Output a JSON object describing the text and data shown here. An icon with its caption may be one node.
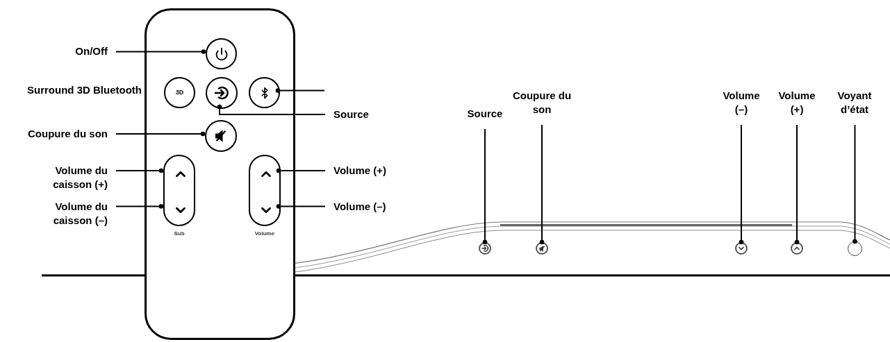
{
  "diagram": {
    "nodes": [
      {
        "text": [],
        "shape": "box"
      },
      {
        "text": [],
        "shape": "circle",
        "in": 0
      },
      {
        "text": [
          "3D"
        ],
        "in": 0
      },
      {
        "text": [],
        "shape": "circle",
        "in": 0
      },
      {
        "text": [],
        "shape": "circle",
        "in": 0
      },
      {
        "text": [],
        "shape": "circle",
        "in": 0
      },
      {
        "text": [],
        "shape": "box",
        "in": 0,
        "beside": [
          "Sub"
        ]
      },
      {
        "text": [],
        "shape": "box",
        "in": 6
      },
      {
        "text": [],
        "shape": "box",
        "in": 6
      },
      {
        "text": [],
        "shape": "box",
        "in": 0,
        "beside": [
          "Volume"
        ]
      },
      {
        "text": [],
        "shape": "box",
        "in": 9
      },
      {
        "text": [],
        "shape": "box",
        "in": 9
      },
      {
        "text": [
          "On/Off"
        ]
      },
      {
        "text": [
          "Surround 3D Bluetooth"
        ]
      },
      {
        "text": [
          "Source"
        ]
      },
      {
        "text": [
          "Coupure du son"
        ]
      },
      {
        "text": [
          "Volume du caisson (+)"
        ]
      },
      {
        "text": [
          "Volume du caisson (–)"
        ]
      },
      {
        "text": [
          "Volume (+)"
        ]
      },
      {
        "text": [
          "Volume (–)"
        ]
      },
      {
        "text": [],
        "shape": "bar"
      },
      {
        "text": [],
        "shape": "circle",
        "in": 20
      },
      {
        "text": [],
        "shape": "circle",
        "in": 20
      },
      {
        "text": [],
        "shape": "circle",
        "in": 20
      },
      {
        "text": [],
        "shape": "circle",
        "in": 20
      },
      {
        "text": [],
        "shape": "circle",
        "in": 20
      },
      {
        "text": [
          "Source"
        ]
      },
      {
        "text": [
          "Coupure du son"
        ]
      },
      {
        "text": [
          "Volume (–)"
        ]
      },
      {
        "text": [
          "Volume (+)"
        ]
      },
      {
        "text": [
          "Voyant d’état"
        ]
      }
    ],
    "edges": [
      {
        "from": 12,
        "to": 1,
        "arrow": "other"
      },
      {
        "from": null,
        "to": 4,
        "arrow": "other"
      },
      {
        "from": 14,
        "to": 3,
        "arrow": "other"
      },
      {
        "from": 15,
        "to": 5,
        "arrow": "other"
      },
      {
        "from": 16,
        "to": 7,
        "arrow": "other"
      },
      {
        "from": 17,
        "to": 8,
        "arrow": "other"
      },
      {
        "from": 18,
        "to": 10,
        "arrow": "other"
      },
      {
        "from": 19,
        "to": 11,
        "arrow": "other"
      },
      {
        "from": 26,
        "to": 21,
        "arrow": "other"
      },
      {
        "from": 27,
        "to": 22,
        "arrow": "other"
      },
      {
        "from": 28,
        "to": 23,
        "arrow": "other"
      },
      {
        "from": 29,
        "to": 24,
        "arrow": "other"
      },
      {
        "from": 30,
        "to": 25,
        "arrow": "other"
      }
    ]
  }
}
